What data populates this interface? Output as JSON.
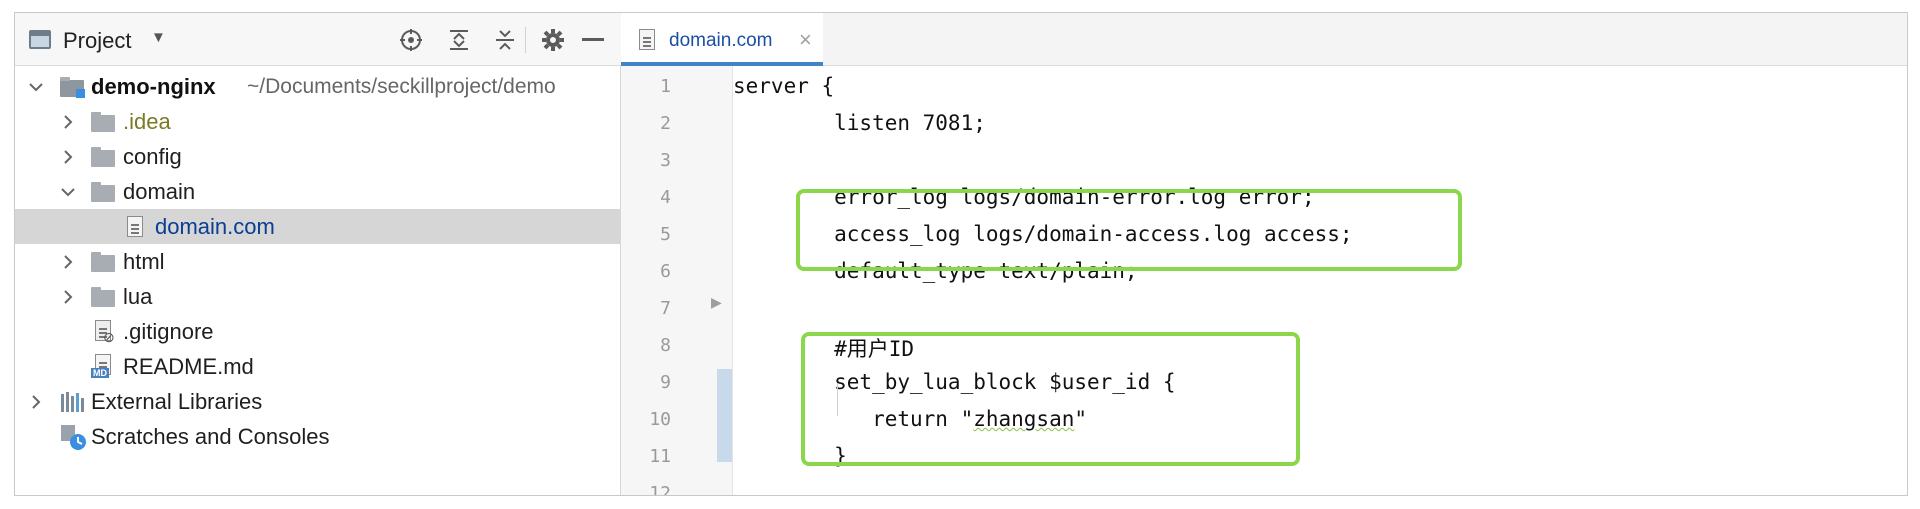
{
  "project_panel": {
    "title": "Project",
    "tree": [
      {
        "label": "demo-nginx",
        "path": "~/Documents/seckillproject/demo",
        "type": "root",
        "expanded": true
      },
      {
        "label": ".idea",
        "type": "folder",
        "expanded": false
      },
      {
        "label": "config",
        "type": "folder",
        "expanded": false
      },
      {
        "label": "domain",
        "type": "folder",
        "expanded": true
      },
      {
        "label": "domain.com",
        "type": "file",
        "selected": true
      },
      {
        "label": "html",
        "type": "folder",
        "expanded": false
      },
      {
        "label": "lua",
        "type": "folder",
        "expanded": false
      },
      {
        "label": ".gitignore",
        "type": "file"
      },
      {
        "label": "README.md",
        "type": "file"
      },
      {
        "label": "External Libraries",
        "type": "library"
      },
      {
        "label": "Scratches and Consoles",
        "type": "scratches"
      }
    ]
  },
  "editor": {
    "tab": {
      "label": "domain.com",
      "close": "×"
    },
    "line_numbers": [
      "1",
      "2",
      "3",
      "4",
      "5",
      "6",
      "7",
      "8",
      "9",
      "10",
      "11",
      "12"
    ],
    "lines": [
      "server {",
      "        listen 7081;",
      "",
      "        error_log logs/domain-error.log error;",
      "        access_log logs/domain-access.log access;",
      "        default_type text/plain;",
      "",
      "        #用户ID",
      "        set_by_lua_block $user_id {",
      "",
      "        }",
      ""
    ],
    "line10_prefix": "           return \"",
    "line10_word": "zhangsan",
    "line10_suffix": "\""
  },
  "colors": {
    "highlight": "#8cd64b",
    "tab_accent": "#4083c9",
    "selected_row": "#d6d6d6"
  }
}
